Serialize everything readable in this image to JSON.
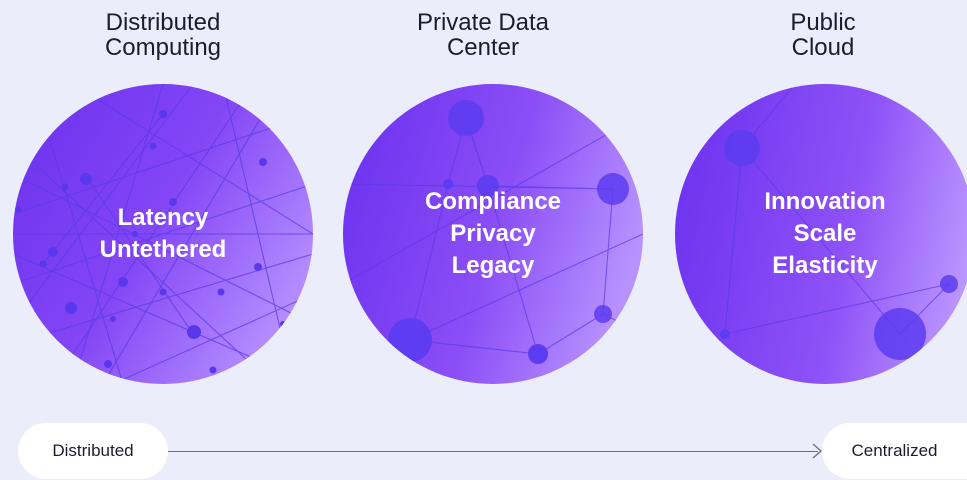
{
  "columns": [
    {
      "title_lines": [
        "Distributed",
        "Computing"
      ],
      "circle_lines": [
        "Latency",
        "Untethered"
      ]
    },
    {
      "title_lines": [
        "Private Data",
        "Center"
      ],
      "circle_lines": [
        "Compliance",
        "Privacy",
        "Legacy"
      ]
    },
    {
      "title_lines": [
        "Public",
        "Cloud"
      ],
      "circle_lines": [
        "Innovation",
        "Scale",
        "Elasticity"
      ]
    }
  ],
  "axis": {
    "left_label": "Distributed",
    "right_label": "Centralized"
  },
  "colors": {
    "background": "#ebeefa",
    "circle_dark": "#6b34f0",
    "circle_light": "#b388ff",
    "node": "#5a3df0",
    "text": "#1b1c2e"
  }
}
